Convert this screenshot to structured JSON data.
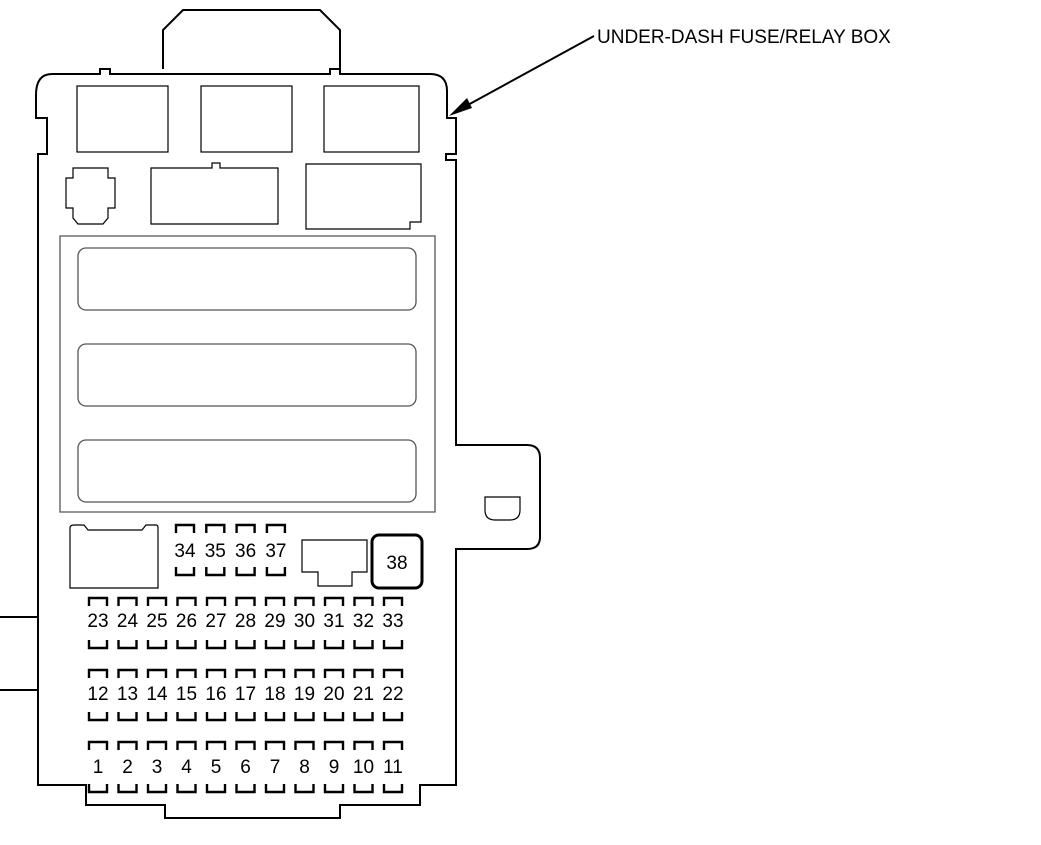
{
  "callout": {
    "label": "UNDER-DASH FUSE/RELAY BOX"
  },
  "fuse_rows": [
    [
      "34",
      "35",
      "36",
      "37"
    ],
    [
      "23",
      "24",
      "25",
      "26",
      "27",
      "28",
      "29",
      "30",
      "31",
      "32",
      "33"
    ],
    [
      "12",
      "13",
      "14",
      "15",
      "16",
      "17",
      "18",
      "19",
      "20",
      "21",
      "22"
    ],
    [
      "1",
      "2",
      "3",
      "4",
      "5",
      "6",
      "7",
      "8",
      "9",
      "10",
      "11"
    ]
  ],
  "highlighted_fuse": {
    "label": "38"
  }
}
